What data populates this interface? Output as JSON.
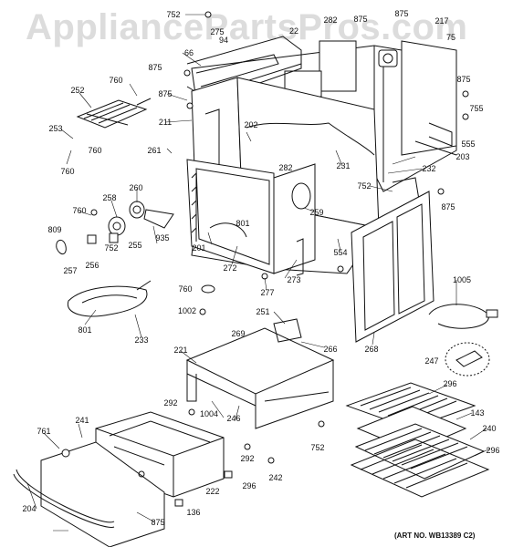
{
  "watermark": "AppliancePartsPros.com",
  "art_number": "(ART NO. WB13389 C2)",
  "callouts": [
    "752",
    "275",
    "94",
    "282",
    "22",
    "875",
    "875",
    "217",
    "75",
    "66",
    "875",
    "875",
    "252",
    "760",
    "875",
    "211",
    "755",
    "202",
    "555",
    "203",
    "253",
    "261",
    "231",
    "232",
    "760",
    "760",
    "282",
    "752",
    "875",
    "258",
    "760",
    "260",
    "809",
    "801",
    "259",
    "257",
    "256",
    "752",
    "255",
    "935",
    "201",
    "272",
    "554",
    "1005",
    "277",
    "273",
    "760",
    "1002",
    "251",
    "801",
    "233",
    "269",
    "266",
    "221",
    "268",
    "247",
    "296",
    "292",
    "1004",
    "246",
    "143",
    "761",
    "241",
    "240",
    "296",
    "752",
    "292",
    "296",
    "242",
    "136",
    "204",
    "222",
    "875"
  ]
}
